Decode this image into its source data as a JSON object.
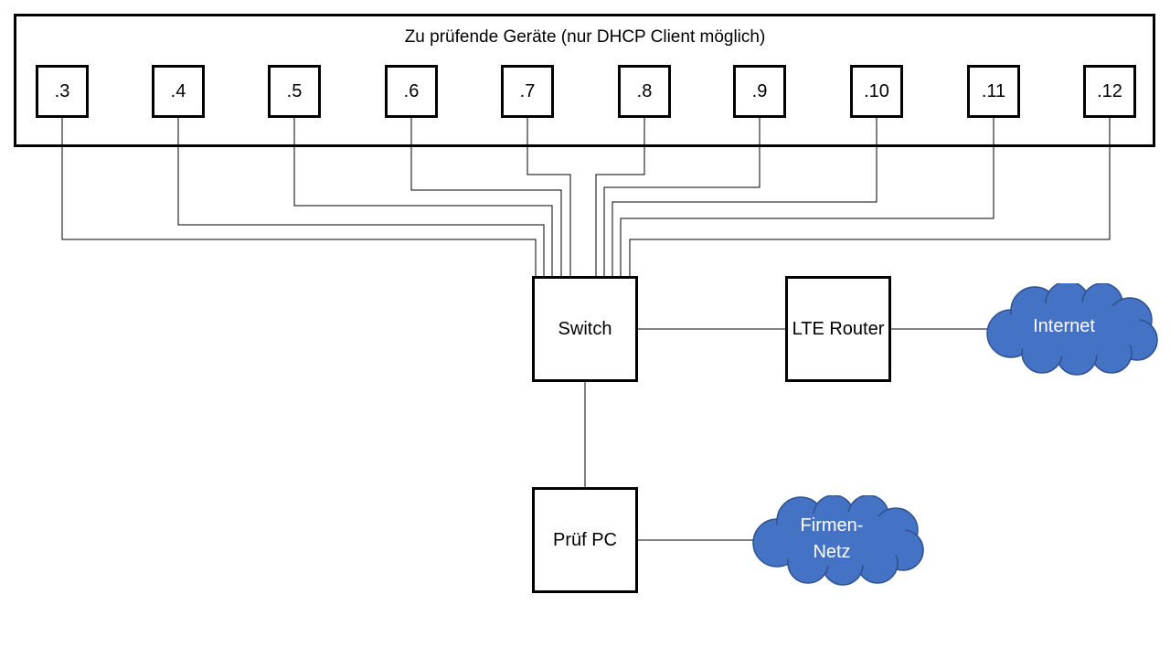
{
  "group": {
    "title": "Zu prüfende Geräte (nur DHCP Client möglich)"
  },
  "devices": [
    ".3",
    ".4",
    ".5",
    ".6",
    ".7",
    ".8",
    ".9",
    ".10",
    ".11",
    ".12"
  ],
  "switch": {
    "label": "Switch"
  },
  "lte_router": {
    "label": "LTE Router"
  },
  "internet": {
    "label": "Internet"
  },
  "test_pc": {
    "label": "Prüf PC"
  },
  "company_net": {
    "line1": "Firmen-",
    "line2": "Netz"
  },
  "colors": {
    "line": "#000000",
    "cloud_fill": "#4472c4",
    "cloud_stroke": "#2f528f",
    "text_on_cloud": "#ffffff"
  }
}
